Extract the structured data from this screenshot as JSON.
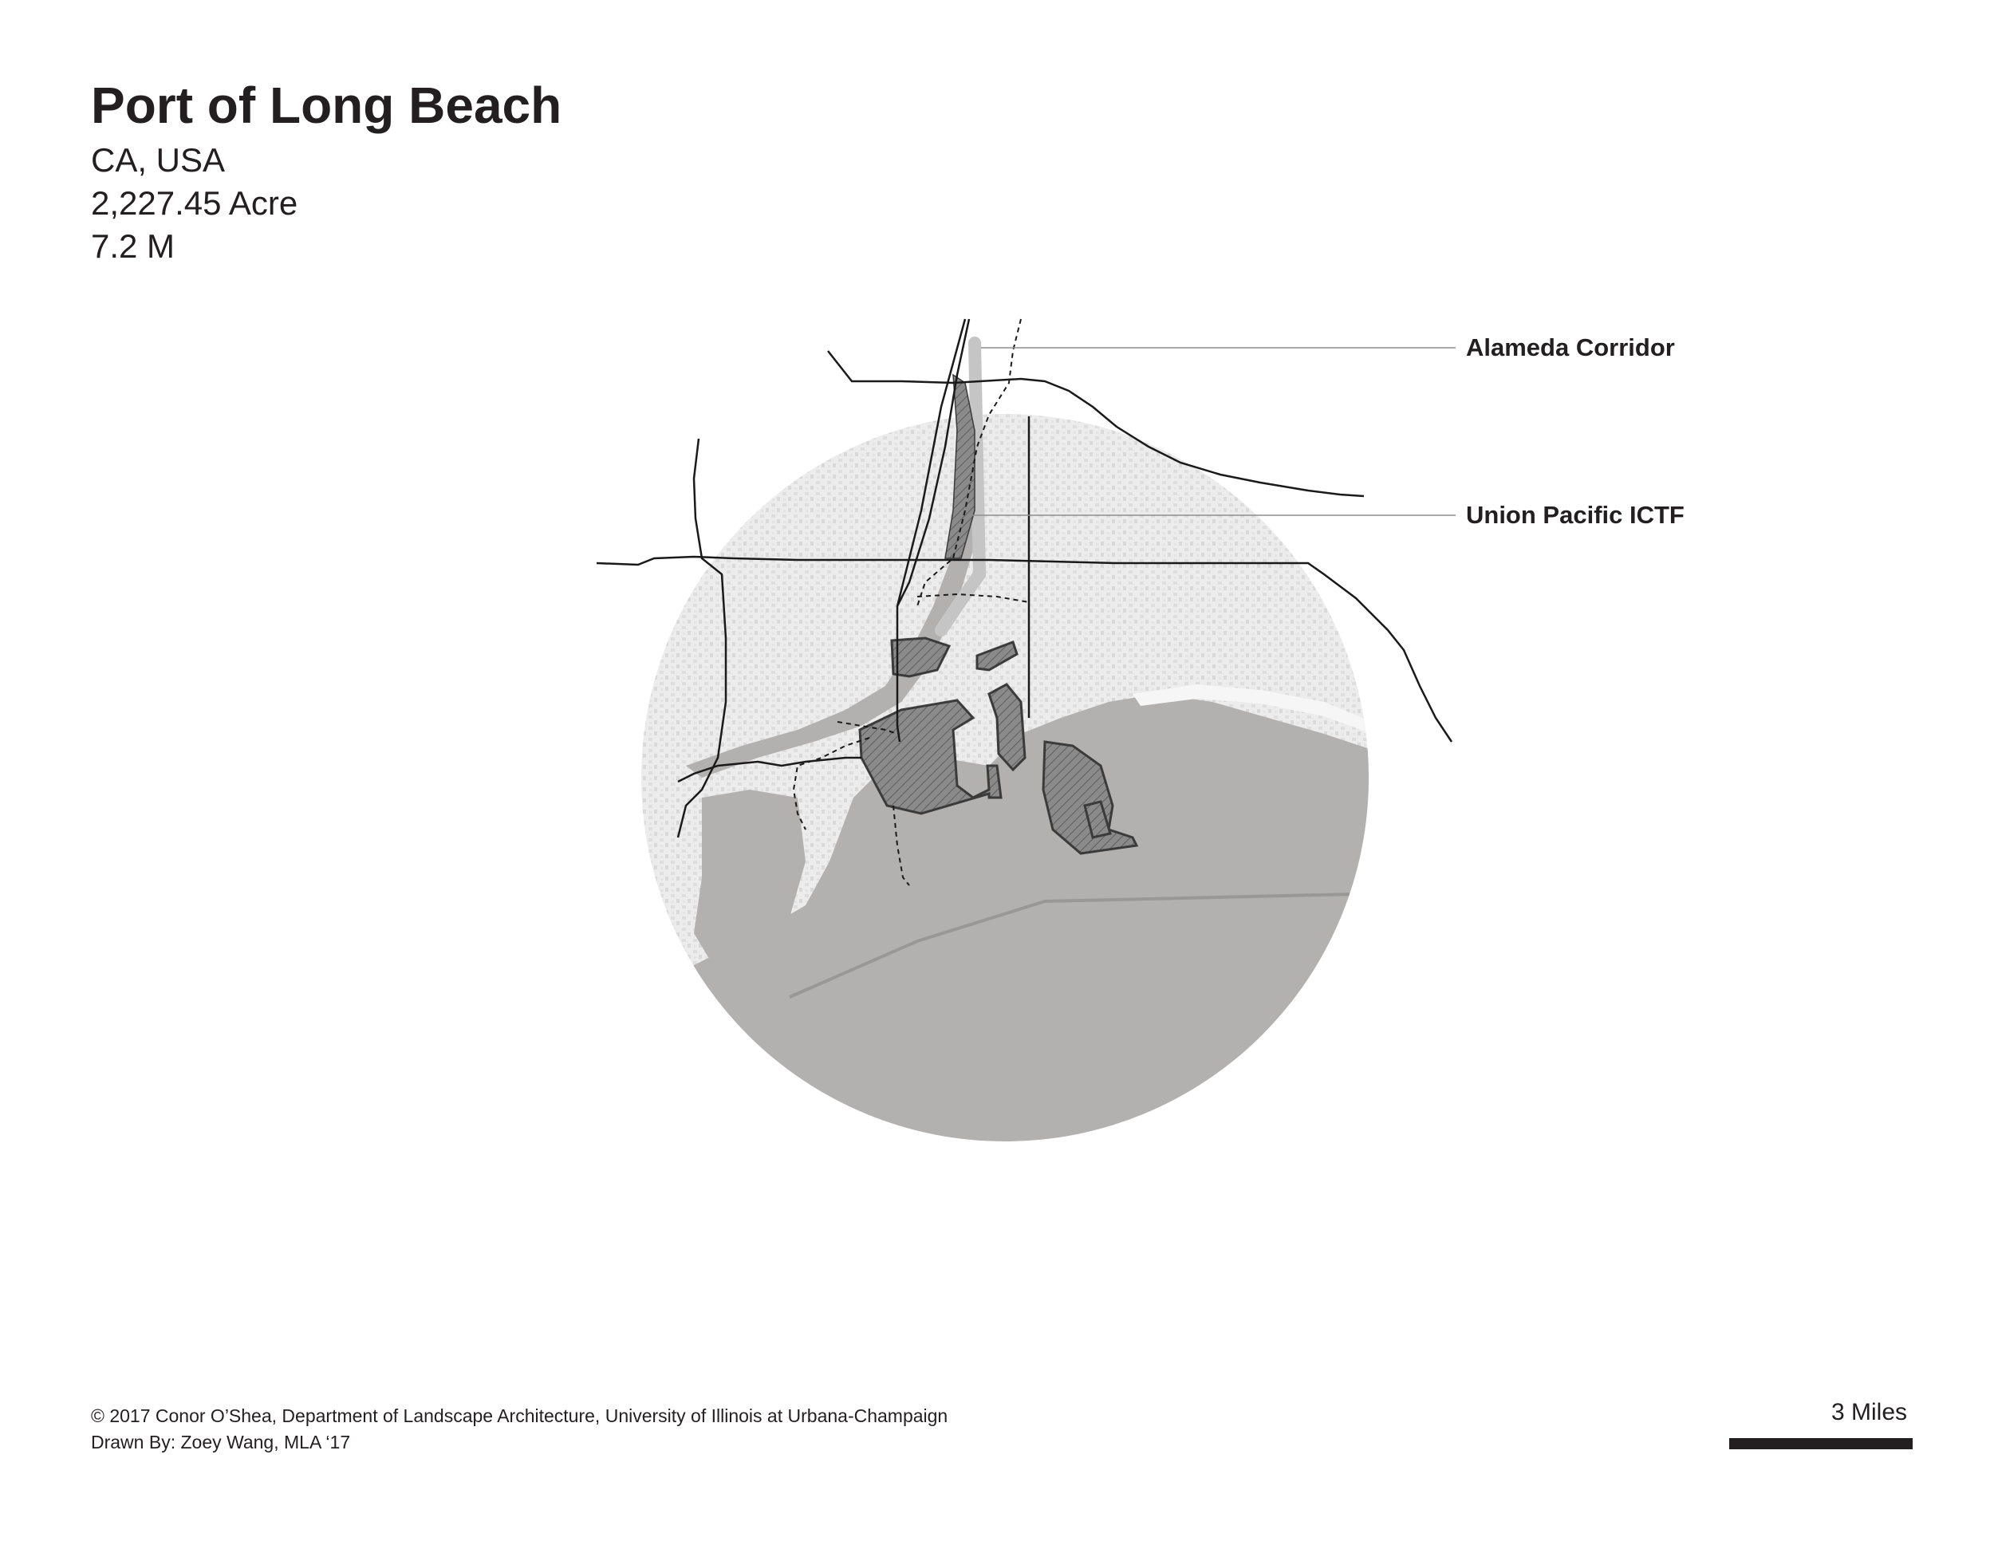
{
  "header": {
    "title": "Port of Long Beach",
    "location": "CA, USA",
    "area": "2,227.45 Acre",
    "volume": "7.2 M"
  },
  "callouts": [
    {
      "id": "alameda",
      "label": "Alameda Corridor"
    },
    {
      "id": "ictf",
      "label": "Union Pacific  ICTF"
    }
  ],
  "footer": {
    "credit": "© 2017 Conor O’Shea, Department of Landscape Architecture, University of Illinois at Urbana-Champaign",
    "drawn_by": "Drawn By: Zoey Wang, MLA ‘17"
  },
  "scale": {
    "label": "3 Miles"
  },
  "colors": {
    "text": "#231f20",
    "water": "#b3b0b0",
    "land": "#ebebeb",
    "terminal_fill": "#7b7b7b"
  }
}
